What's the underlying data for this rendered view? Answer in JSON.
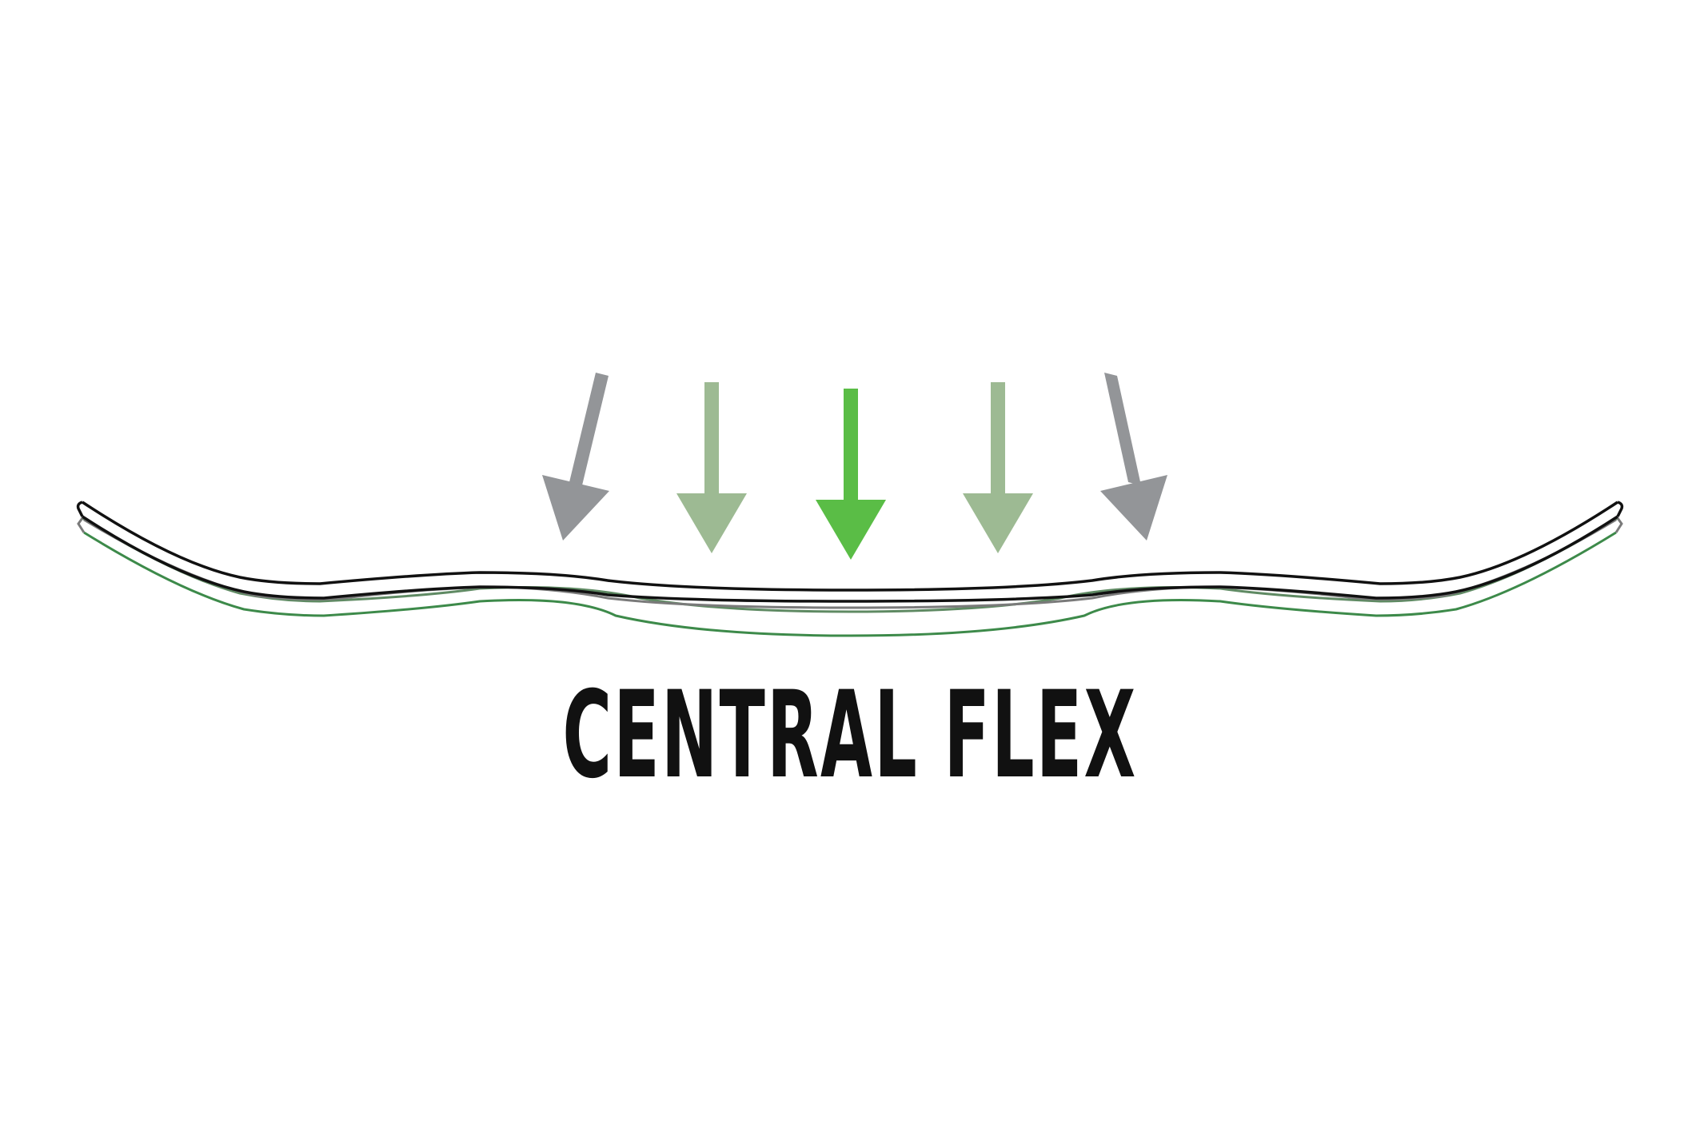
{
  "diagram": {
    "caption": "CENTRAL FLEX",
    "colors": {
      "board_outline": "#111111",
      "flexed_outline_gray": "#7a7a7a",
      "flexed_outline_green": "#3d8a4a",
      "arrow_gray": "#939598",
      "arrow_light_green": "#9dba93",
      "arrow_green": "#5abd46",
      "background": "#ffffff"
    },
    "arrows": [
      {
        "name": "outer-left-arrow",
        "color": "arrow_gray"
      },
      {
        "name": "inner-left-arrow",
        "color": "arrow_light_green"
      },
      {
        "name": "center-arrow",
        "color": "arrow_green"
      },
      {
        "name": "inner-right-arrow",
        "color": "arrow_light_green"
      },
      {
        "name": "outer-right-arrow",
        "color": "arrow_gray"
      }
    ]
  }
}
